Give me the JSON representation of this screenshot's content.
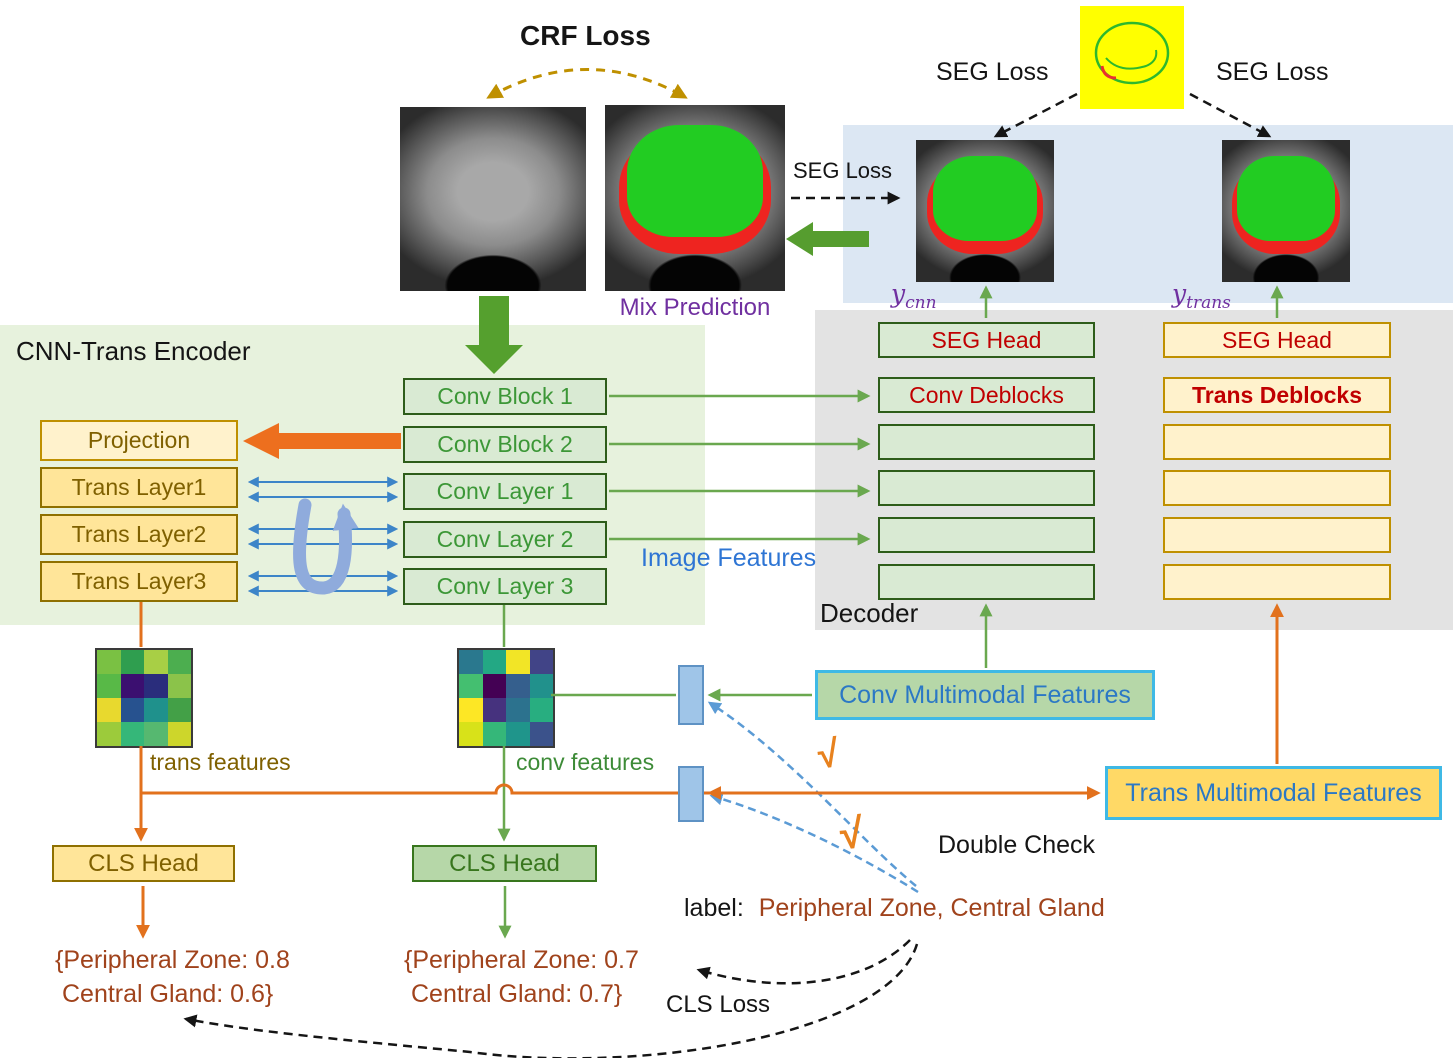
{
  "top": {
    "crf_loss": "CRF Loss",
    "seg_loss_left": "SEG Loss",
    "seg_loss_right": "SEG Loss",
    "seg_loss_mid": "SEG Loss",
    "mix_prediction": "Mix Prediction",
    "y_cnn": {
      "base": "y",
      "sub": "cnn"
    },
    "y_trans": {
      "base": "y",
      "sub": "trans"
    }
  },
  "encoder": {
    "title": "CNN-Trans Encoder",
    "trans_boxes": [
      "Projection",
      "Trans Layer1",
      "Trans Layer2",
      "Trans Layer3"
    ],
    "conv_boxes": [
      "Conv Block 1",
      "Conv Block 2",
      "Conv Layer 1",
      "Conv Layer 2",
      "Conv Layer 3"
    ]
  },
  "decoder": {
    "title": "Decoder",
    "image_features": "Image Features",
    "cnn_column": {
      "seg_head": "SEG Head",
      "deblocks": "Conv Deblocks",
      "empty_rows": 4
    },
    "trans_column": {
      "seg_head": "SEG Head",
      "deblocks": "Trans Deblocks",
      "empty_rows": 4
    }
  },
  "features": {
    "trans_label": "trans features",
    "conv_label": "conv features",
    "trans_cells": [
      "#7ac143",
      "#2f9e4f",
      "#a8cf45",
      "#4cae4f",
      "#58b947",
      "#3b0f70",
      "#2a2d7c",
      "#8bc34a",
      "#e8d92e",
      "#27528f",
      "#1f918c",
      "#43a047",
      "#9ccb3b",
      "#35b779",
      "#56b870",
      "#cdd62b"
    ],
    "conv_cells": [
      "#2a788e",
      "#23a884",
      "#f2e526",
      "#414487",
      "#44bf70",
      "#440154",
      "#355f8d",
      "#21918c",
      "#fde725",
      "#46327e",
      "#2c728e",
      "#28ae80",
      "#d8e219",
      "#35b779",
      "#1f958b",
      "#3b528b"
    ]
  },
  "fusion": {
    "conv_multimodal": "Conv Multimodal Features",
    "trans_multimodal": "Trans Multimodal Features",
    "double_check": "Double Check",
    "check_mark": "√"
  },
  "classification": {
    "cls_head_trans": "CLS Head",
    "cls_head_conv": "CLS Head",
    "label_prefix": "label:",
    "label_value": "Peripheral Zone, Central Gland",
    "cls_loss": "CLS Loss",
    "trans_result_line1": "{Peripheral Zone: 0.8",
    "trans_result_line2": "Central Gland: 0.6}",
    "conv_result_line1": "{Peripheral Zone: 0.7",
    "conv_result_line2": "Central Gland: 0.7}"
  },
  "palette": {
    "encoder_bg": "#e7f2dd",
    "decoder_bg": "#e3e3e3",
    "loss_panel_bg": "#dce7f3",
    "green_box_bg": "#d9ead3",
    "green_box_border": "#2e5d1a",
    "green_text": "#3c9737",
    "yellow_box_bg": "#ffe599",
    "yellow_text": "#7f6000",
    "red_text": "#c00000",
    "blue_text": "#2e75d4",
    "purple_text": "#7030a0",
    "brown_text": "#a0431c",
    "orange_arrow": "#e2711d",
    "green_arrow": "#6aa84f",
    "blue_arrow": "#3d85c8",
    "cyan_border": "#3fb9e5",
    "check_orange": "#e8821e",
    "scribble_bg": "#ffff00"
  }
}
